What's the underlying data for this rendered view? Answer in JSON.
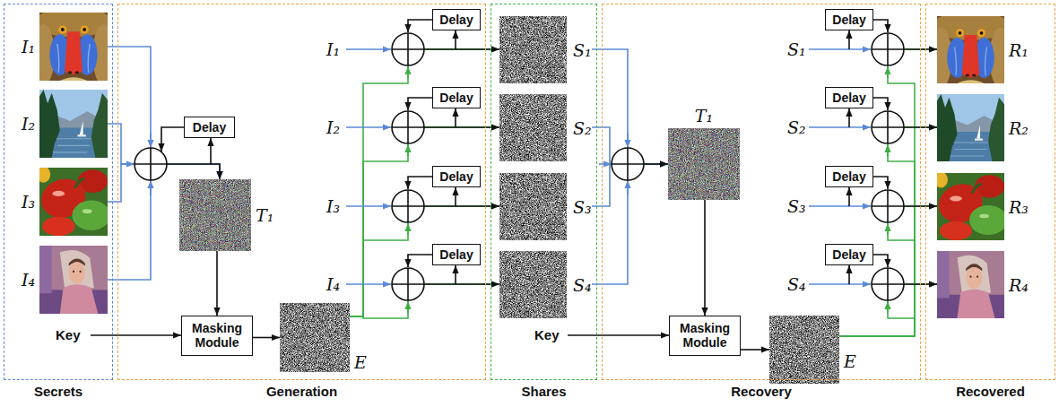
{
  "diagram": {
    "nodes": [
      {
        "text": [
          "Secrets"
        ]
      },
      {
        "text": [
          "I₁"
        ],
        "in": 0
      },
      {
        "text": [
          "I₂"
        ],
        "in": 0
      },
      {
        "text": [
          "I₃"
        ],
        "in": 0
      },
      {
        "text": [
          "I₄"
        ],
        "in": 0
      },
      {
        "text": [
          "Generation"
        ]
      },
      {
        "text": [
          "Delay"
        ],
        "in": 5
      },
      {
        "text": [
          "T₁"
        ],
        "in": 5
      },
      {
        "text": [
          "Masking Module"
        ],
        "in": 5
      },
      {
        "text": [
          "E"
        ],
        "in": 5
      },
      {
        "text": [
          "Delay"
        ],
        "in": 5
      },
      {
        "text": [
          "Delay"
        ],
        "in": 5
      },
      {
        "text": [
          "Delay"
        ],
        "in": 5
      },
      {
        "text": [
          "Delay"
        ],
        "in": 5
      },
      {
        "text": [
          "Shares"
        ]
      },
      {
        "text": [
          "S₁"
        ],
        "in": 14
      },
      {
        "text": [
          "S₂"
        ],
        "in": 14
      },
      {
        "text": [
          "S₃"
        ],
        "in": 14
      },
      {
        "text": [
          "S₄"
        ],
        "in": 14
      },
      {
        "text": [
          "Recovery"
        ]
      },
      {
        "text": [
          "T₁"
        ],
        "in": 19
      },
      {
        "text": [
          "Masking Module"
        ],
        "in": 19
      },
      {
        "text": [
          "E"
        ],
        "in": 19
      },
      {
        "text": [
          "Delay"
        ],
        "in": 19
      },
      {
        "text": [
          "Delay"
        ],
        "in": 19
      },
      {
        "text": [
          "Delay"
        ],
        "in": 19
      },
      {
        "text": [
          "Delay"
        ],
        "in": 19
      },
      {
        "text": [
          "Recovered"
        ]
      },
      {
        "text": [
          "R₁"
        ],
        "in": 27
      },
      {
        "text": [
          "R₂"
        ],
        "in": 27
      },
      {
        "text": [
          "R₃"
        ],
        "in": 27
      },
      {
        "text": [
          "R₄"
        ],
        "in": 27
      }
    ],
    "edges": [
      {
        "from": 1,
        "to": 7,
        "arrow": "to"
      },
      {
        "from": 2,
        "to": 7,
        "arrow": "to"
      },
      {
        "from": 3,
        "to": 7,
        "arrow": "to"
      },
      {
        "from": 4,
        "to": 7,
        "arrow": "to"
      },
      {
        "from": 7,
        "to": 8,
        "arrow": "to"
      },
      {
        "from": 8,
        "to": 9,
        "arrow": "to"
      },
      {
        "from": 9,
        "to": 15,
        "arrow": "to"
      },
      {
        "from": 9,
        "to": 16,
        "arrow": "to"
      },
      {
        "from": 9,
        "to": 17,
        "arrow": "to"
      },
      {
        "from": 9,
        "to": 18,
        "arrow": "to"
      },
      {
        "from": 15,
        "to": 20,
        "arrow": "to"
      },
      {
        "from": 16,
        "to": 20,
        "arrow": "to"
      },
      {
        "from": 17,
        "to": 20,
        "arrow": "to"
      },
      {
        "from": 18,
        "to": 20,
        "arrow": "to"
      },
      {
        "from": 20,
        "to": 21,
        "arrow": "to"
      },
      {
        "from": 21,
        "to": 22,
        "arrow": "to"
      },
      {
        "from": 22,
        "to": 28,
        "arrow": "to"
      },
      {
        "from": 22,
        "to": 29,
        "arrow": "to"
      },
      {
        "from": 22,
        "to": 30,
        "arrow": "to"
      },
      {
        "from": 22,
        "to": 31,
        "arrow": "to"
      }
    ],
    "labels": [
      "I₁",
      "I₂",
      "I₃",
      "I₄",
      "Key",
      "S₁",
      "S₂",
      "S₃",
      "S₄",
      "Key"
    ]
  }
}
